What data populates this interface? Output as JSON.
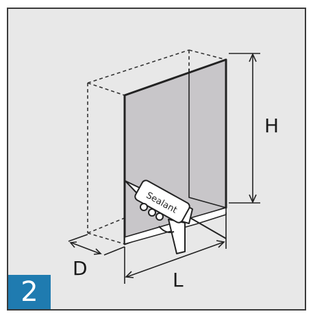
{
  "figure": {
    "step_number": "2",
    "dimension_labels": {
      "height": "H",
      "depth": "D",
      "length": "L"
    },
    "tool_label": "Sealant",
    "icons": [
      "caulking-gun-icon",
      "cabinet-outline-icon"
    ],
    "colors": {
      "panel_background": "#e8e8e8",
      "panel_face": "#c8c6c9",
      "outline": "#222222",
      "badge": "#1f7bb0",
      "badge_text": "#ffffff"
    }
  }
}
